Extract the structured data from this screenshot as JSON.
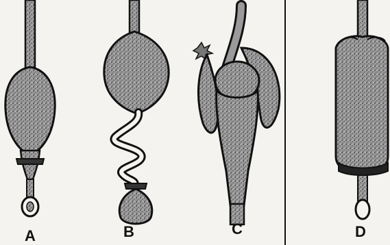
{
  "figure": {
    "panels": [
      {
        "id": "A",
        "label": "A"
      },
      {
        "id": "B",
        "label": "B"
      },
      {
        "id": "C",
        "label": "C"
      },
      {
        "id": "D",
        "label": "D"
      }
    ]
  },
  "colors": {
    "ink": "#111111",
    "stipple_fill": "#8a8a8a",
    "background": "#f4f3ef"
  }
}
